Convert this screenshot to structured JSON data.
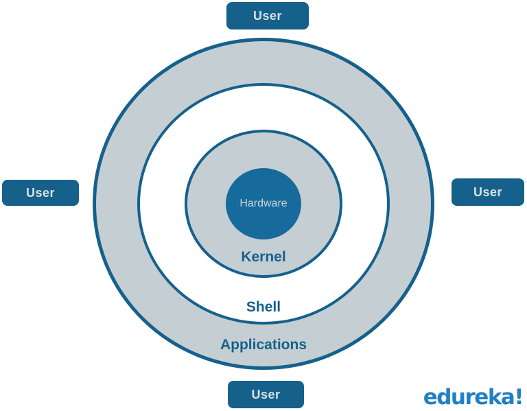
{
  "diagram": {
    "type": "concentric-architecture",
    "rings": [
      {
        "id": "applications",
        "label": "Applications"
      },
      {
        "id": "shell",
        "label": "Shell"
      },
      {
        "id": "kernel",
        "label": "Kernel"
      },
      {
        "id": "hardware",
        "label": "Hardware"
      }
    ],
    "users": [
      {
        "position": "top",
        "label": "User"
      },
      {
        "position": "left",
        "label": "User"
      },
      {
        "position": "right",
        "label": "User"
      },
      {
        "position": "bottom",
        "label": "User"
      }
    ]
  },
  "branding": {
    "logo_text": "edureka!"
  },
  "colors": {
    "dark_blue": "#15618c",
    "hardware_fill": "#176a9c",
    "ring_gray": "#c5ced2",
    "ring_white": "#ffffff",
    "label_blue": "#15618c",
    "user_text": "#d9e1e6",
    "hardware_text": "#ccd4d9",
    "logo_blue": "#2080c4",
    "background": "#ffffff"
  }
}
